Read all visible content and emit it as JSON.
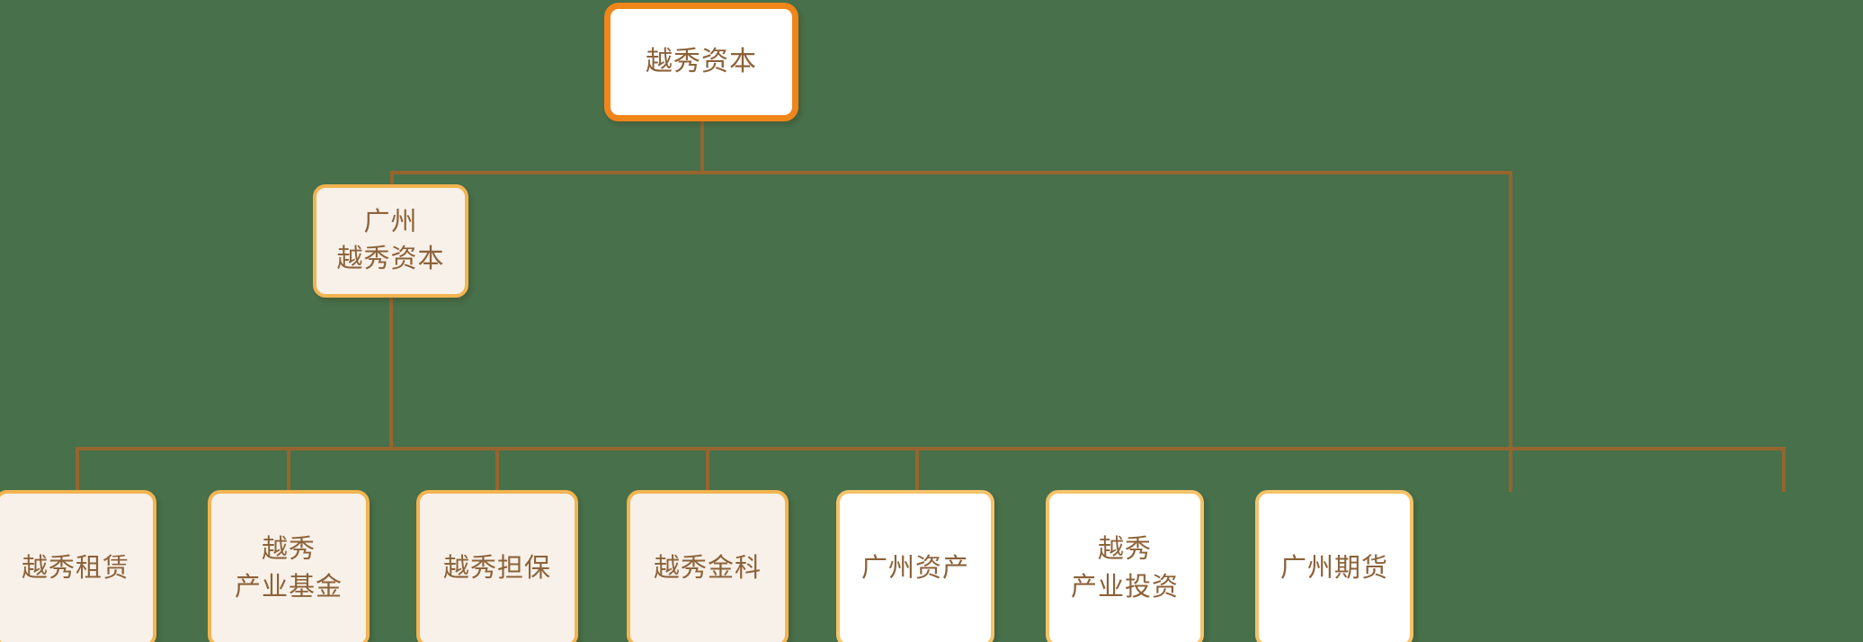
{
  "diagram": {
    "type": "org-chart",
    "background_color": "#47704B",
    "line_color": "#96652E",
    "text_color": "#8C6239",
    "root": {
      "id": "yuexiu-capital",
      "label": "越秀资本",
      "fill": "#FFFFFF",
      "border": "#F08519"
    },
    "branch": {
      "id": "guangzhou-yuexiu-capital",
      "label": "广州\n越秀资本",
      "fill": "#F8F1E9",
      "border": "#F2B451"
    },
    "left_group": [
      {
        "id": "yuexiu-leasing",
        "label": "越秀租赁",
        "fill": "#F8F1E9",
        "border": "#F2B451"
      },
      {
        "id": "yuexiu-industry-fund",
        "label": "越秀\n产业基金",
        "fill": "#F8F1E9",
        "border": "#F2B451"
      },
      {
        "id": "yuexiu-guarantee",
        "label": "越秀担保",
        "fill": "#F8F1E9",
        "border": "#F2B451"
      },
      {
        "id": "yuexiu-fintech",
        "label": "越秀金科",
        "fill": "#F8F1E9",
        "border": "#F2B451"
      }
    ],
    "right_group": [
      {
        "id": "guangzhou-assets",
        "label": "广州资产",
        "fill": "#FFFFFF",
        "border": "#F6C36A"
      },
      {
        "id": "yuexiu-industry-investment",
        "label": "越秀\n产业投资",
        "fill": "#FFFFFF",
        "border": "#F6C36A"
      },
      {
        "id": "guangzhou-futures",
        "label": "广州期货",
        "fill": "#FFFFFF",
        "border": "#F6C36A"
      }
    ]
  }
}
